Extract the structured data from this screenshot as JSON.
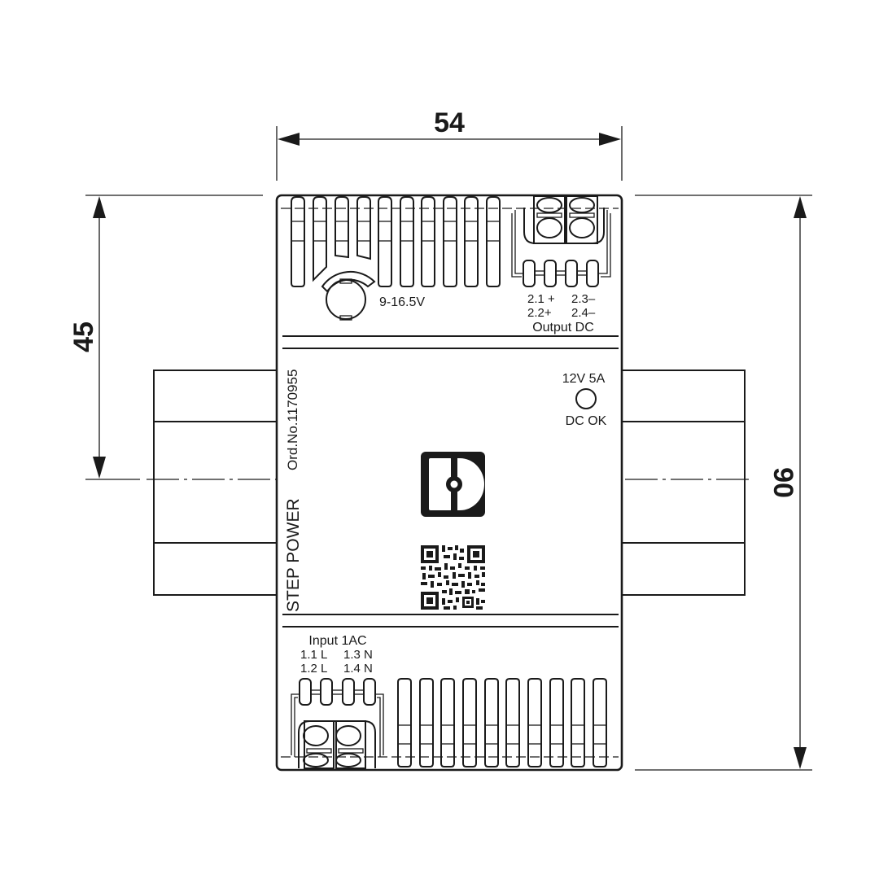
{
  "drawing": {
    "title": "STEP POWER dimensional drawing",
    "stroke_color": "#1a1a1a",
    "background": "#ffffff"
  },
  "dimensions": {
    "width": {
      "value": "54",
      "unit": "mm"
    },
    "height": {
      "value": "90",
      "unit": "mm"
    },
    "rail_offset": {
      "value": "45",
      "unit": "mm"
    }
  },
  "device": {
    "product_name": "STEP POWER",
    "order_number": "Ord.No.1170955",
    "rating": "12V 5A",
    "led_label": "DC OK",
    "potentiometer_range": "9-16.5V",
    "logo": "phoenix-contact-logo",
    "qr_code": "qr-code"
  },
  "output_terminals": {
    "row1": "2.1 +    2.3–",
    "row2": "2.2+    2.4–",
    "label": "Output DC",
    "row1_left": "2.1 +",
    "row1_right": "2.3–",
    "row2_left": "2.2+",
    "row2_right": "2.4–"
  },
  "input_terminals": {
    "label": "Input 1AC",
    "row1_left": "1.1 L",
    "row1_right": "1.3 N",
    "row2_left": "1.2 L",
    "row2_right": "1.4 N"
  }
}
